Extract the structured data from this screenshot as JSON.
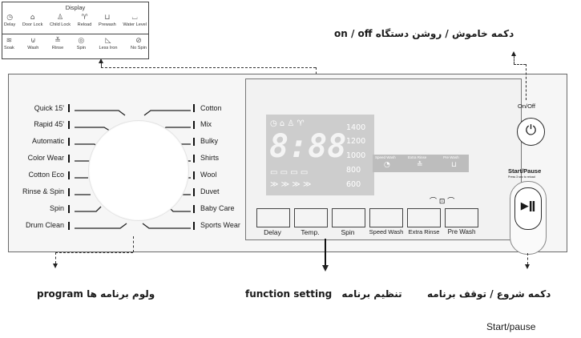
{
  "display_legend": {
    "title": "Display",
    "row1": [
      {
        "icon": "clock-icon",
        "glyph": "◷",
        "label": "Delay"
      },
      {
        "icon": "padlock-icon",
        "glyph": "🔒︎",
        "label": "Door Lock"
      },
      {
        "icon": "child-lock-icon",
        "glyph": "♙",
        "label": "Child Lock"
      },
      {
        "icon": "shirt-icon",
        "glyph": "👕︎",
        "label": "Reload"
      },
      {
        "icon": "prewash-icon",
        "glyph": "⊔",
        "label": "Prewash"
      },
      {
        "icon": "water-level-icon",
        "glyph": "⌴",
        "label": "Water Level"
      }
    ],
    "row2": [
      {
        "icon": "soak-icon",
        "glyph": "≋",
        "label": "Soak"
      },
      {
        "icon": "wash-icon",
        "glyph": "⊍",
        "label": "Wash"
      },
      {
        "icon": "rinse-icon",
        "glyph": "≚",
        "label": "Rinse"
      },
      {
        "icon": "spin-icon",
        "glyph": "◎",
        "label": "Spin"
      },
      {
        "icon": "less-iron-icon",
        "glyph": "◺",
        "label": "Less Iron"
      },
      {
        "icon": "no-spin-icon",
        "glyph": "⊘",
        "label": "No Spin"
      }
    ]
  },
  "programs_left": [
    "Quick 15'",
    "Rapid 45'",
    "Automatic",
    "Color Wear",
    "Cotton Eco",
    "Rinse & Spin",
    "Spin",
    "Drum Clean"
  ],
  "programs_right": [
    "Cotton",
    "Mix",
    "Bulky",
    "Shirts",
    "Wool",
    "Duvet",
    "Baby Care",
    "Sports Wear"
  ],
  "lcd": {
    "digits": "8:88",
    "speeds": [
      "1400",
      "1200",
      "1000",
      "800",
      "600"
    ],
    "options": [
      "Speed Wash",
      "Extra Rinse",
      "Pre Wash"
    ]
  },
  "function_buttons": [
    "Delay",
    "Temp.",
    "Spin",
    "Speed Wash",
    "Extra Rinse",
    "Pre Wash"
  ],
  "on_off": {
    "label": "On/Off"
  },
  "start_pause": {
    "label": "Start/Pause",
    "sublabel": "Press 3 sec to reload"
  },
  "captions": {
    "on_off_fa": "دکمه خاموش / روشن دستگاه",
    "on_off_en": "on / off",
    "program_fa": "ولوم برنامه ها",
    "program_en": "program",
    "function_en": "function setting",
    "function_fa": "تنظیم برنامه",
    "start_fa": "دکمه شروع / توقف برنامه",
    "start_en": "Start/pause"
  },
  "colors": {
    "panel": "#f6f6f6",
    "lcd": "#cdcdcd",
    "ink": "#1a1a1a"
  }
}
